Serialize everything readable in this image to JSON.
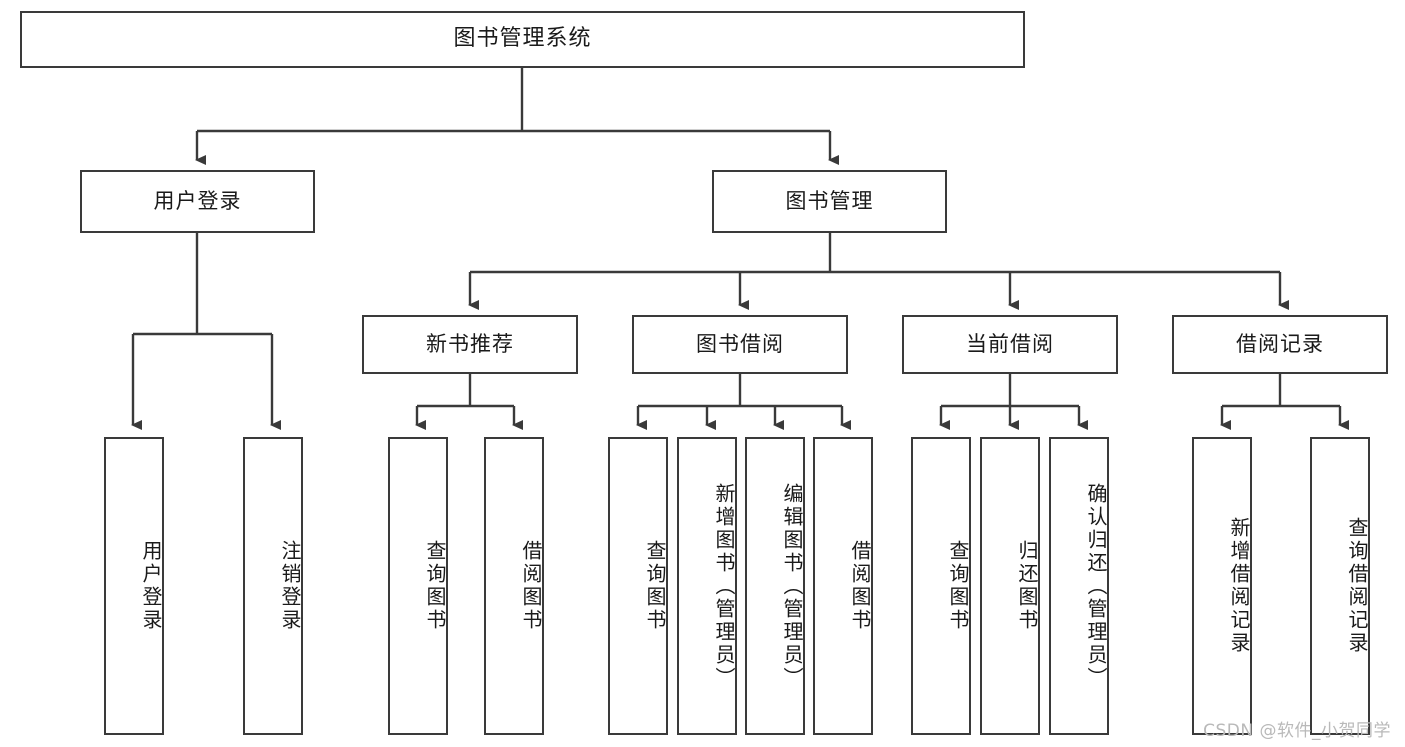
{
  "diagram": {
    "type": "tree",
    "title": "图书管理系统",
    "watermark": "CSDN @软件_小贺同学",
    "colors": {
      "box_border": "#3a3a3a",
      "box_fill": "#ffffff",
      "line": "#3a3a3a",
      "text": "#1a1a1a",
      "watermark": "#b9b9b9"
    },
    "nodes": {
      "root": "图书管理系统",
      "level2": [
        {
          "label": "用户登录"
        },
        {
          "label": "图书管理"
        }
      ],
      "level3": [
        {
          "label": "新书推荐"
        },
        {
          "label": "图书借阅"
        },
        {
          "label": "当前借阅"
        },
        {
          "label": "借阅记录"
        }
      ],
      "leaves": {
        "user_login": [
          {
            "label": "用户登录"
          },
          {
            "label": "注销登录"
          }
        ],
        "new_book": [
          {
            "label": "查询图书"
          },
          {
            "label": "借阅图书"
          }
        ],
        "book_borrow": [
          {
            "label": "查询图书"
          },
          {
            "label": "新增图书（管理员）"
          },
          {
            "label": "编辑图书（管理员）"
          },
          {
            "label": "借阅图书"
          }
        ],
        "current_borrow": [
          {
            "label": "查询图书"
          },
          {
            "label": "归还图书"
          },
          {
            "label": "确认归还（管理员）"
          }
        ],
        "borrow_record": [
          {
            "label": "新增借阅记录"
          },
          {
            "label": "查询借阅记录"
          }
        ]
      }
    }
  }
}
